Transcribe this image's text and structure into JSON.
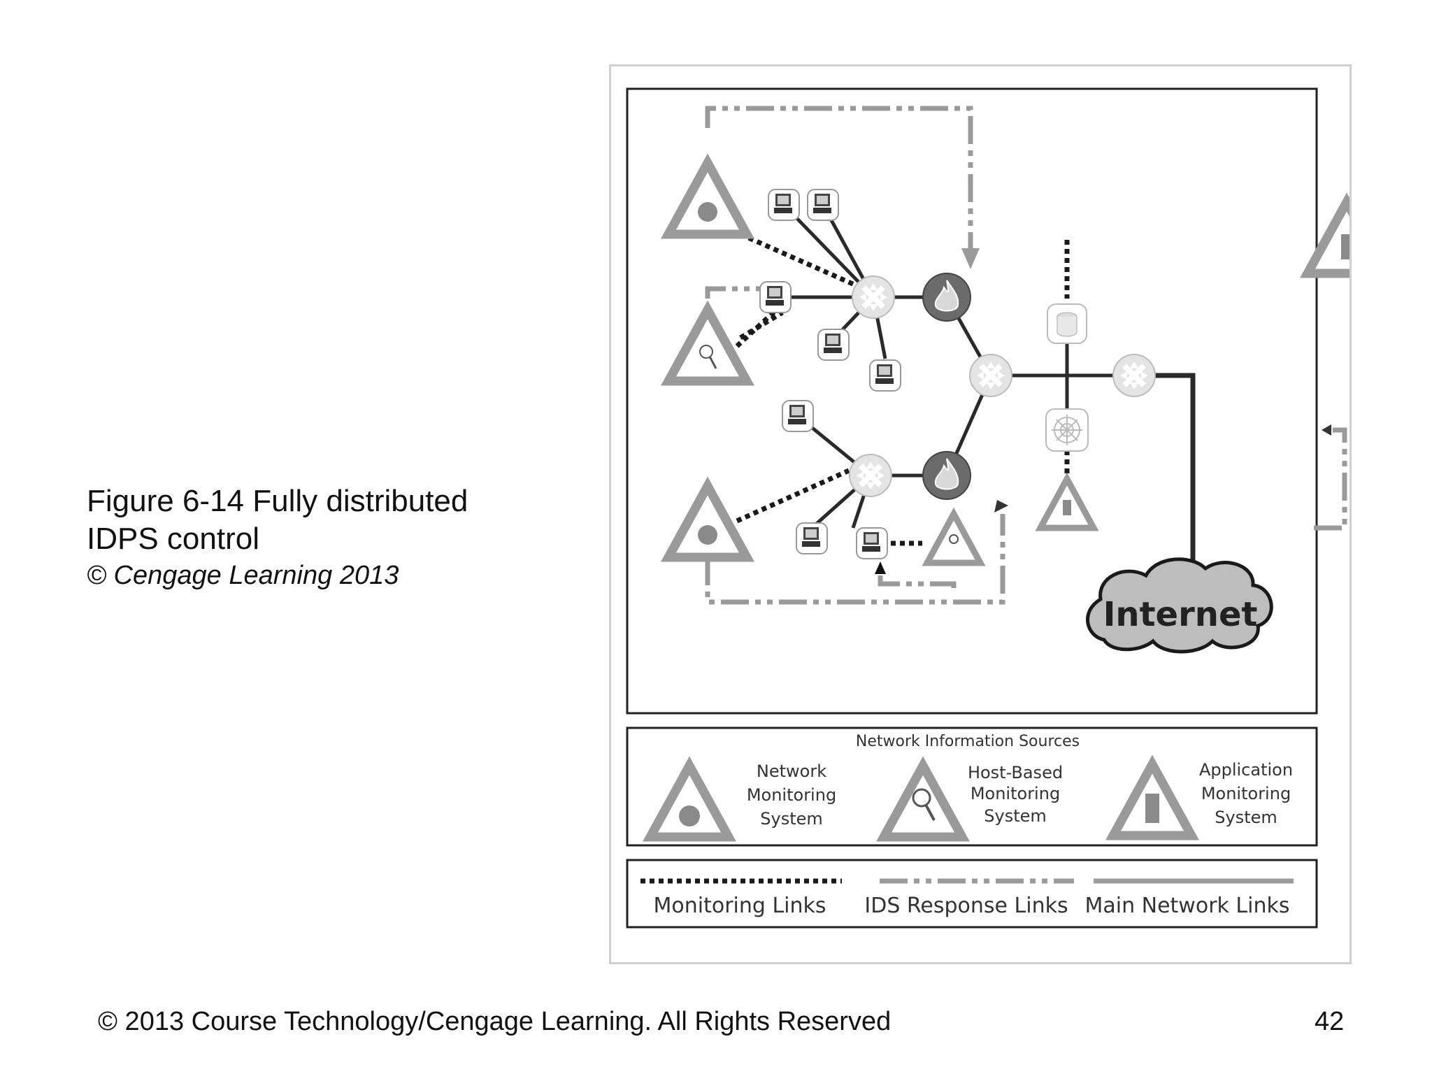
{
  "slide": {
    "caption_line1": "Figure 6-14 Fully distributed",
    "caption_line2": "IDPS control",
    "caption_copyright": "© Cengage Learning 2013",
    "footer": "© 2013 Course Technology/Cengage Learning. All Rights Reserved",
    "page_number": "42"
  },
  "diagram": {
    "internet_label": "Internet",
    "sources_title": "Network Information Sources",
    "sources": [
      {
        "line1": "Network",
        "line2": "Monitoring",
        "line3": "System",
        "icon": "spy-icon"
      },
      {
        "line1": "Host-Based",
        "line2": "Monitoring",
        "line3": "System",
        "icon": "magnifier-icon"
      },
      {
        "line1": "Application",
        "line2": "Monitoring",
        "line3": "System",
        "icon": "microscope-icon"
      }
    ],
    "links": [
      {
        "label": "Monitoring Links",
        "style": "dotted"
      },
      {
        "label": "IDS Response Links",
        "style": "dash-dot"
      },
      {
        "label": "Main Network Links",
        "style": "solid"
      }
    ]
  },
  "colors": {
    "gray": "#9a9a9a",
    "dark": "#2a2a2a",
    "firewall": "#6b6b6b"
  }
}
